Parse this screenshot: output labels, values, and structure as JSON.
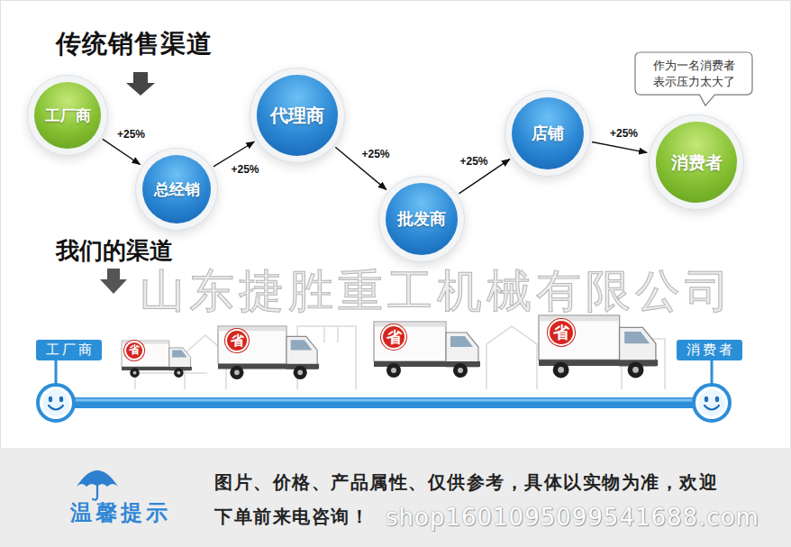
{
  "diagram": {
    "title": "传统销售渠道",
    "nodes": [
      {
        "text": [
          "工厂商"
        ]
      },
      {
        "text": [
          "总经销"
        ]
      },
      {
        "text": [
          "代理商"
        ]
      },
      {
        "text": [
          "批发商"
        ]
      },
      {
        "text": [
          "店铺"
        ]
      },
      {
        "text": [
          "作为一名消费者 表示压力太大了"
        ]
      },
      {
        "text": [
          "消费者"
        ]
      },
      {
        "text": [
          "工厂商"
        ]
      },
      {
        "text": [
          "省"
        ]
      },
      {
        "text": [
          "省"
        ]
      },
      {
        "text": [
          "省"
        ]
      },
      {
        "text": [
          "省"
        ]
      },
      {
        "text": [
          "消费者"
        ]
      }
    ],
    "edges": [
      {
        "from": 0,
        "to": 1,
        "arrow": "to",
        "label": "+25%"
      },
      {
        "from": 1,
        "to": 2,
        "arrow": "to",
        "label": "+25%"
      },
      {
        "from": 2,
        "to": 3,
        "arrow": "to",
        "label": "+25%"
      },
      {
        "from": 3,
        "to": 4,
        "arrow": "to",
        "label": "+25%"
      },
      {
        "from": 4,
        "to": 6,
        "arrow": "to",
        "label": "+25%"
      },
      {
        "from": 7,
        "to": 12,
        "arrow": "none"
      }
    ],
    "labels": [
      "我们的渠道",
      "山东捷胜重工机械有限公司",
      "温馨提示",
      "图片、价格、产品属性、仅供参考，具体以实物为准，欢迎 下单前来电咨询！",
      "shop1601095099541688.com"
    ]
  }
}
